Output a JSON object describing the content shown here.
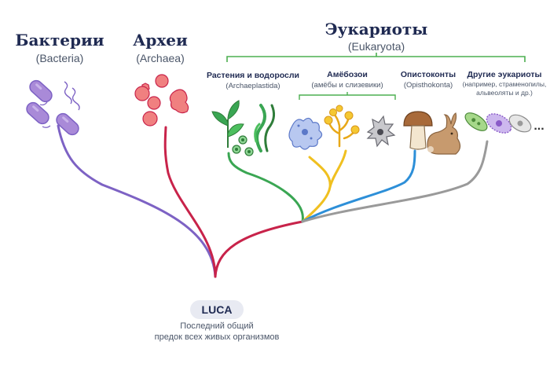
{
  "groups": {
    "bacteria": {
      "title": "Бактерии",
      "latin": "(Bacteria)"
    },
    "archaea": {
      "title": "Археи",
      "latin": "(Archaea)"
    },
    "eukaryota": {
      "title": "Эукариоты",
      "latin": "(Eukaryota)"
    }
  },
  "subgroups": {
    "plants": {
      "title": "Растения и водоросли",
      "latin": "(Archaeplastida)"
    },
    "amoebozoa": {
      "title": "Амёбозои",
      "latin": "(амёбы и слизевики)"
    },
    "opisthokonta": {
      "title": "Опистоконты",
      "latin": "(Opisthokonta)"
    },
    "others": {
      "title": "Другие эукариоты",
      "detail_line1": "(например, страменопилы,",
      "detail_line2": "альвеоляты и др.)"
    }
  },
  "more_symbol": "...",
  "root": {
    "label": "LUCA",
    "caption_line1": "Последний общий",
    "caption_line2": "предок всех живых организмов"
  },
  "colors": {
    "title": "#1f2a52",
    "subtitle": "#4a5568",
    "bracket": "#4caf50",
    "bacteria": "#7d62c4",
    "archaea": "#c8234a",
    "plants": "#3aa653",
    "amoebozoa": "#f0c020",
    "opisthokonta": "#2d8fd8",
    "others": "#9a9a9a"
  }
}
